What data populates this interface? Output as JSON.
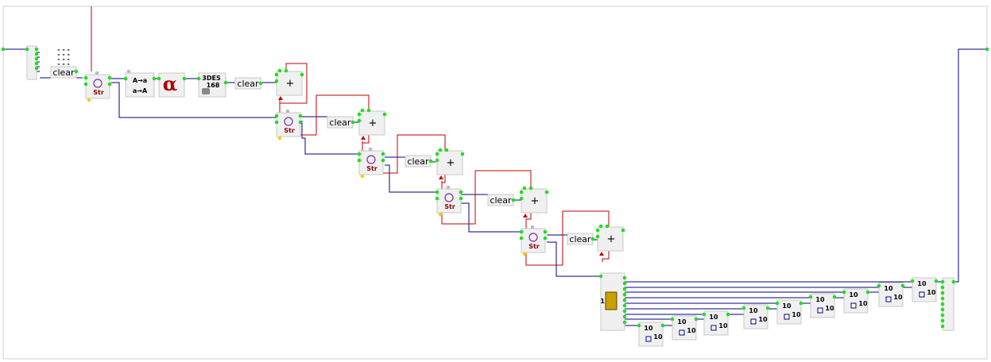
{
  "diagram": {
    "clear_labels": [
      "clear",
      "clear",
      "clear",
      "clear",
      "clear",
      "clear",
      "clear"
    ],
    "str_label": "Str",
    "plus_label": "+",
    "case_block": {
      "upper": "A→a",
      "lower": "a→A"
    },
    "alpha_label": "α",
    "des_block": {
      "line1": "3DES",
      "line2": "168"
    },
    "converter_label": {
      "top": "10",
      "bottom": "10"
    },
    "array_index": "1",
    "colors": {
      "wire_blue": "#000080",
      "wire_red": "#c00000",
      "port_green": "#22dd22",
      "block_fill": "#f0f0f0",
      "block_border": "#c8c8c8"
    }
  }
}
